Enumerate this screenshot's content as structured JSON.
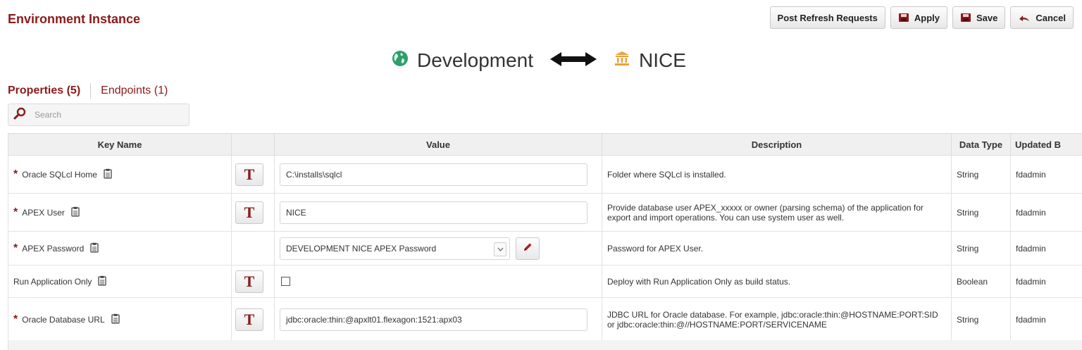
{
  "header": {
    "title": "Environment Instance"
  },
  "toolbar": {
    "post_refresh_label": "Post Refresh Requests",
    "apply_label": "Apply",
    "save_label": "Save",
    "cancel_label": "Cancel"
  },
  "mapping": {
    "environment": "Development",
    "environment_icon": "globe-icon",
    "instance": "NICE",
    "instance_icon": "bank-icon"
  },
  "tabs": {
    "properties": "Properties (5)",
    "endpoints": "Endpoints (1)"
  },
  "search": {
    "placeholder": "Search",
    "value": ""
  },
  "table": {
    "columns": [
      "Key Name",
      "",
      "Value",
      "Description",
      "Data Type",
      "Updated B"
    ],
    "text_button_label": "T",
    "rows": [
      {
        "required": true,
        "key": "Oracle SQLcl Home",
        "has_type_button": true,
        "value_kind": "text",
        "value": "C:\\installs\\sqlcl",
        "description": "Folder where SQLcl is installed.",
        "data_type": "String",
        "updated_by": "fdadmin"
      },
      {
        "required": true,
        "key": "APEX User",
        "has_type_button": true,
        "value_kind": "text",
        "value": "NICE",
        "description": "Provide database user APEX_xxxxx or owner (parsing schema) of the application for export and import operations. You can use system user as well.",
        "data_type": "String",
        "updated_by": "fdadmin"
      },
      {
        "required": true,
        "key": "APEX Password",
        "has_type_button": false,
        "value_kind": "select",
        "value": "DEVELOPMENT NICE APEX Password",
        "description": "Password for APEX User.",
        "data_type": "String",
        "updated_by": "fdadmin"
      },
      {
        "required": false,
        "key": "Run Application Only",
        "has_type_button": true,
        "value_kind": "checkbox",
        "value": "unchecked",
        "description": "Deploy with Run Application Only as build status.",
        "data_type": "Boolean",
        "updated_by": "fdadmin"
      },
      {
        "required": true,
        "key": "Oracle Database URL",
        "has_type_button": true,
        "value_kind": "text",
        "value": "jdbc:oracle:thin:@apxlt01.flexagon:1521:apx03",
        "description": "JDBC URL for Oracle database. For example, jdbc:oracle:thin:@HOSTNAME:PORT:SID or jdbc:oracle:thin:@//HOSTNAME:PORT/SERVICENAME",
        "data_type": "String",
        "updated_by": "fdadmin"
      }
    ]
  },
  "colors": {
    "accent": "#8b1a1a",
    "header_bg": "#f0f0f0",
    "globe": "#2e9f6a",
    "bank": "#e8a23a"
  }
}
